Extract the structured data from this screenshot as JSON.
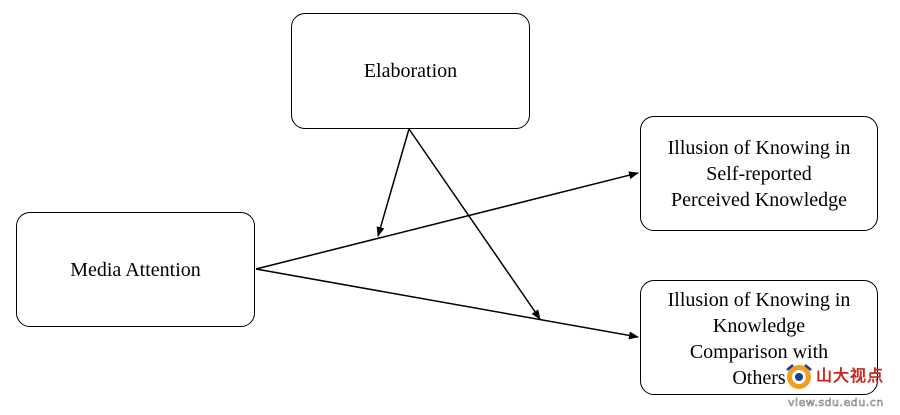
{
  "diagram": {
    "nodes": {
      "elaboration": "Elaboration",
      "media_attention": "Media Attention",
      "self_reported": "Illusion of Knowing in\nSelf-reported\nPerceived Knowledge",
      "comparison": "Illusion of Knowing in\nKnowledge\nComparison with\nOthers"
    },
    "edges": [
      {
        "from": "media_attention",
        "to": "self_reported"
      },
      {
        "from": "media_attention",
        "to": "comparison"
      },
      {
        "from": "elaboration",
        "to": "media_attention->self_reported",
        "type": "moderation"
      },
      {
        "from": "elaboration",
        "to": "media_attention->comparison",
        "type": "moderation"
      }
    ]
  },
  "watermark": {
    "title": "山大视点",
    "url": "view.sdu.edu.cn"
  },
  "colors": {
    "line": "#000000",
    "watermark_red": "#c8281c",
    "watermark_orange": "#f0a020"
  }
}
